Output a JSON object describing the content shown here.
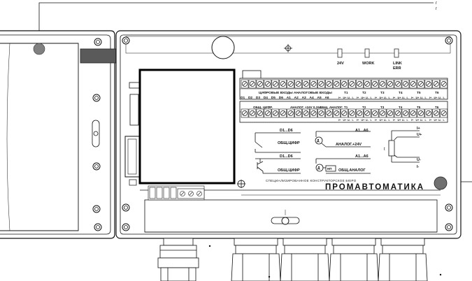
{
  "callouts": [
    "г",
    "г"
  ],
  "leds": [
    {
      "label": "24V"
    },
    {
      "label": "WORK"
    },
    {
      "label": "LINK",
      "sub": "ERR"
    }
  ],
  "terminal_header": {
    "digital_inputs": "ЦИФРОВЫЕ ВХОДЫ",
    "analog_inputs": "АНАЛОГОВЫЕ ВХОДЫ"
  },
  "terminal_labels_upper": [
    "D1",
    "D2",
    "D3",
    "D4",
    "D5",
    "D6",
    "A1",
    "A2",
    "A3",
    "A4",
    "A5",
    "A6"
  ],
  "temp_channels": [
    "T1",
    "T2",
    "T3",
    "T4",
    "T5",
    "T6"
  ],
  "temp_pins": [
    "I+",
    "U+",
    "U-",
    "I-"
  ],
  "lower_group_labels": {
    "common_digital": "ОБЩ. ЦИФР.",
    "analog_power": "АНАЛОГ. +24V 0,15A",
    "common_analog": "ОБЩ. АНАЛОГ."
  },
  "wiring": {
    "d_range_1": "D1...D6",
    "common_digital_1": "ОБЩ.ЦИФР",
    "a_range_1": "A1...A6",
    "analog_24v": "АНАЛОГ.+24V",
    "d_range_2": "D1...D6",
    "common_digital_2": "ОБЩ.ЦИФР",
    "a_range_2": "A1...A6",
    "common_analog": "ОБЩ.АНАЛОГ",
    "sensor_symbol": "Д",
    "transducer_symbol": "НП",
    "temp_symbol": "t",
    "temp_pins": [
      "I+",
      "U+",
      "U-",
      "I-"
    ]
  },
  "bureau_text": "СПЕЦИАЛИЗИРОВАННОЕ КОНСТРУКТОРСКОЕ БЮРО",
  "brand_name": "ПРОМАВТОМАТИКА"
}
